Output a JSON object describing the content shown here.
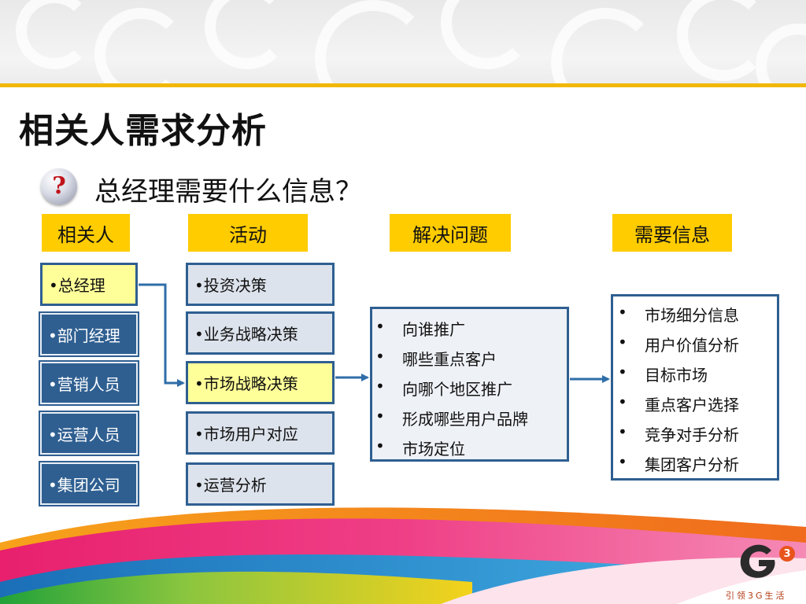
{
  "title": "相关人需求分析",
  "subtitle": "总经理需要什么信息？",
  "headers": {
    "stakeholders": "相关人",
    "activities": "活动",
    "problems": "解决问题",
    "info": "需要信息"
  },
  "stakeholders": [
    "•总经理",
    "•部门经理",
    "•营销人员",
    "•运营人员",
    "•集团公司"
  ],
  "activities": [
    "•投资决策",
    "•业务战略决策",
    "•市场战略决策",
    "•市场用户对应",
    "•运营分析"
  ],
  "problems": [
    "向谁推广",
    "哪些重点客户",
    "向哪个地区推广",
    "形成哪些用户品牌",
    "市场定位"
  ],
  "info": [
    "市场细分信息",
    "用户价值分析",
    "目标市场",
    "重点客户选择",
    "竞争对手分析",
    "集团客户分析"
  ],
  "bullet": "•",
  "logo": {
    "badge": "3",
    "slogan": "引领3G生活"
  },
  "colors": {
    "accent": "#ffcc00",
    "navy": "#2f5f91",
    "highlight": "#ffff99"
  },
  "icons": {
    "question": "question-mark-icon",
    "logo": "g3-logo-icon"
  }
}
